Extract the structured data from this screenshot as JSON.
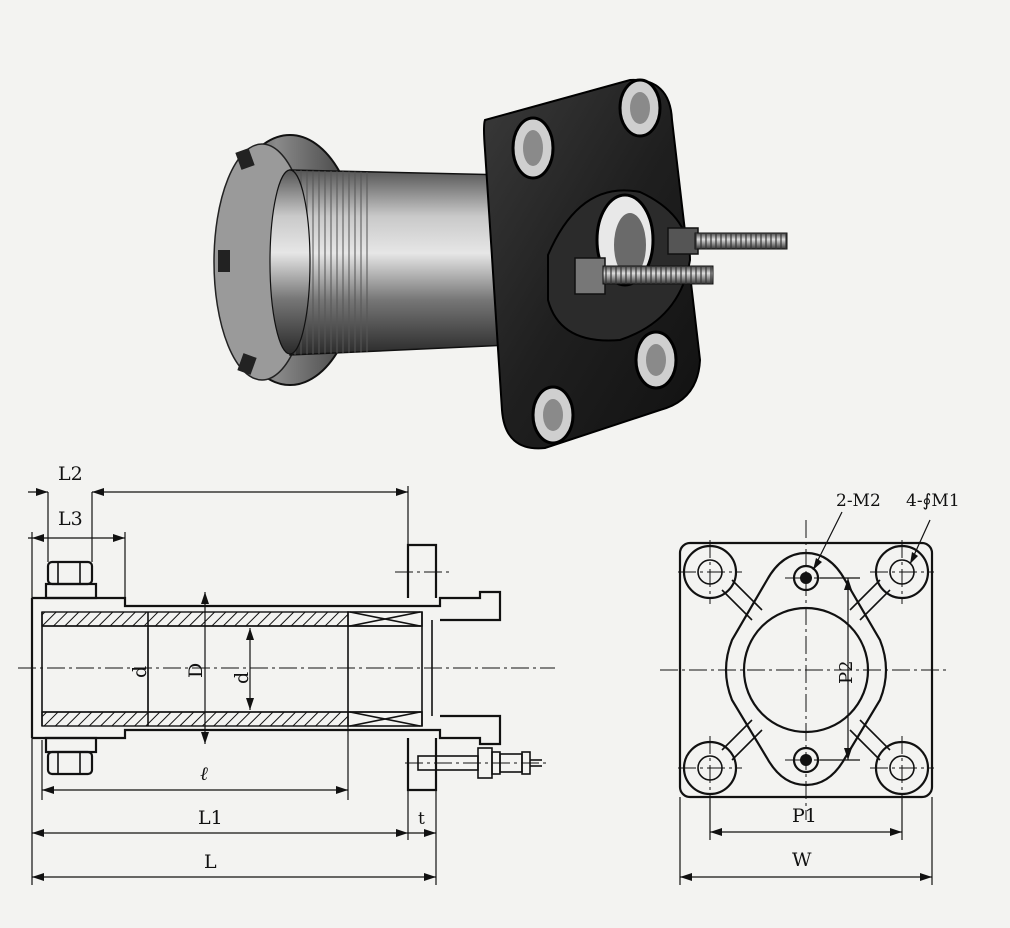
{
  "side_view_labels": {
    "L2": "L2",
    "L3": "L3",
    "d_inner": "d",
    "D": "D",
    "d_mid": "d",
    "ell": "ℓ",
    "L1": "L1",
    "t": "t",
    "L": "L"
  },
  "front_view_labels": {
    "two_m2": "2-M2",
    "four_m1": "4-∮M1",
    "P2": "P2",
    "P1": "P1",
    "W": "W"
  },
  "colors": {
    "ink": "#111111",
    "paper": "#f3f3f1",
    "metal_dark": "#2a2a2a",
    "metal_mid": "#6b6b6b",
    "metal_light": "#b8b8b8"
  }
}
